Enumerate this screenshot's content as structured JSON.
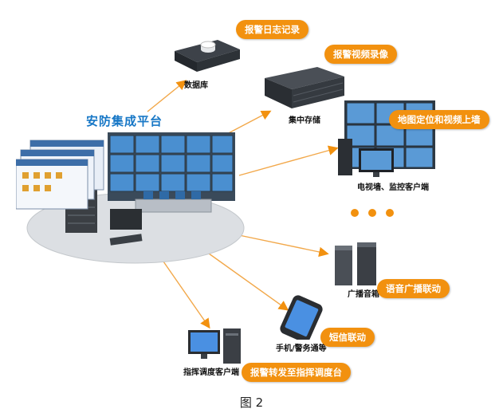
{
  "platform": {
    "title": "安防集成平台"
  },
  "nodes": [
    {
      "id": "database",
      "label": "数据库",
      "bubble": "报警日志记录"
    },
    {
      "id": "storage",
      "label": "集中存储",
      "bubble": "报警视频录像"
    },
    {
      "id": "videowall",
      "label": "电视墙、监控客户端",
      "bubble": "地图定位和视频上墙"
    },
    {
      "id": "speaker",
      "label": "广播音箱",
      "bubble": "语音广播联动"
    },
    {
      "id": "phone",
      "label": "手机/警务通等",
      "bubble": "短信联动"
    },
    {
      "id": "dispatch",
      "label": "指挥调度客户端",
      "bubble": "报警转发至指挥调度台"
    }
  ],
  "caption": "图 2",
  "colors": {
    "accent": "#f2910f",
    "title": "#1777c6"
  }
}
